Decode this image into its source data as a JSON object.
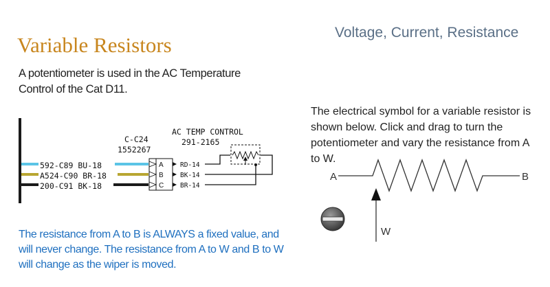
{
  "header": {
    "title": "Variable Resistors",
    "section": "Voltage, Current, Resistance"
  },
  "intro_text": "A potentiometer is used in the AC Temperature Control of the Cat D11.",
  "wiring": {
    "connector_name": "C-C24",
    "connector_part": "1552267",
    "component_name": "AC TEMP CONTROL",
    "component_part": "291-2165",
    "wires": [
      {
        "label": "592-C89  BU-18",
        "pin": "A",
        "out": "RD-14",
        "color": "#5bc4e6"
      },
      {
        "label": "A524-C90  BR-18",
        "pin": "B",
        "out": "BK-14",
        "color": "#b8a631"
      },
      {
        "label": "200-C91  BK-18",
        "pin": "C",
        "out": "BR-14",
        "color": "#1a1a1a"
      }
    ]
  },
  "note_text": "The resistance from A to B is ALWAYS a fixed value, and will never change. The resistance from A to W and B to W will change as the wiper is moved.",
  "instruction_text": "The electrical symbol for a variable resistor is shown below. Click and drag to turn the potentiometer and vary the resistance from A to W.",
  "symbol": {
    "label_a": "A",
    "label_b": "B",
    "label_w": "W"
  }
}
